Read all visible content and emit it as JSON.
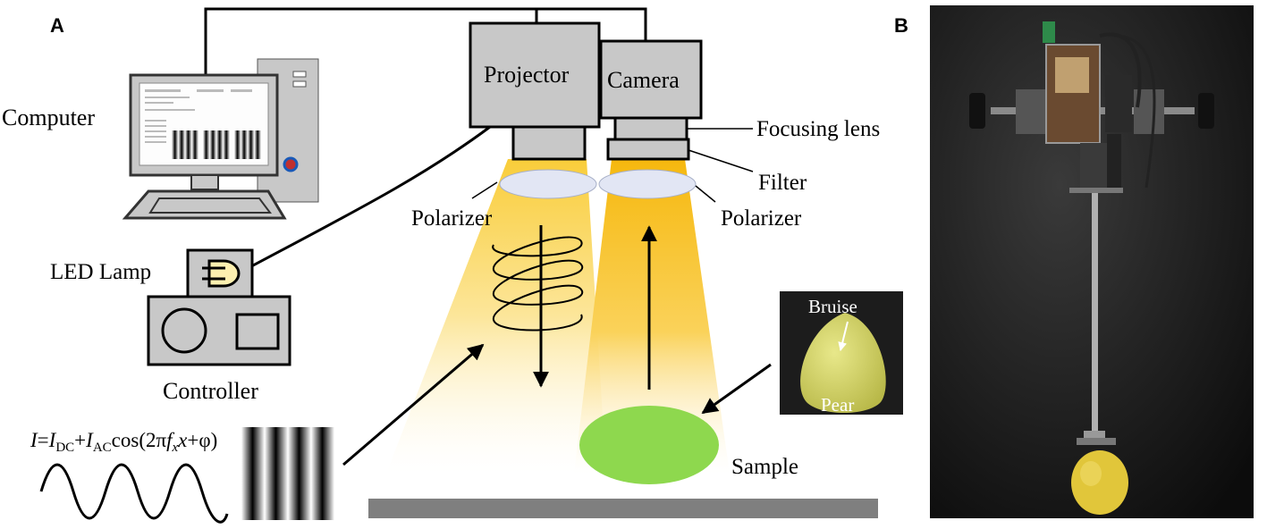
{
  "panels": {
    "a": "A",
    "b": "B"
  },
  "labels": {
    "computer": "Computer",
    "projector": "Projector",
    "camera": "Camera",
    "focusing_lens": "Focusing lens",
    "filter": "Filter",
    "polarizer_left": "Polarizer",
    "polarizer_right": "Polarizer",
    "led_lamp": "LED Lamp",
    "controller": "Controller",
    "sample": "Sample",
    "bruise": "Bruise",
    "pear": "Pear"
  },
  "formula": {
    "I": "I",
    "eq": "=",
    "I_dc": "I",
    "sub_dc": "DC",
    "plus": "+",
    "I_ac": "I",
    "sub_ac": "AC",
    "cos_open": "cos(2π",
    "f": "f",
    "sub_x": "x",
    "x": "x",
    "tail": "+φ)"
  },
  "colors": {
    "light_beam": "#fbe49a",
    "light_beam_dark": "#f6c21a",
    "sample_fill": "#8ed84e",
    "device_fill": "#c8c8c8",
    "stage_fill": "#7f7f7f",
    "photo_background": "#1a1a1a",
    "pear_fill": "#d9d66a"
  }
}
